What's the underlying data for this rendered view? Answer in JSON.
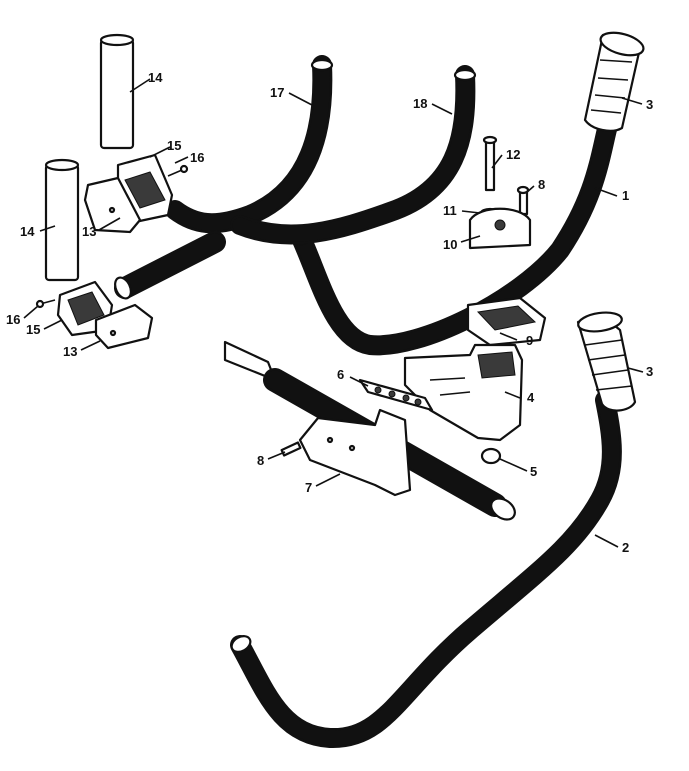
{
  "callouts": [
    {
      "id": "c14a",
      "text": "14"
    },
    {
      "id": "c17",
      "text": "17"
    },
    {
      "id": "c18",
      "text": "18"
    },
    {
      "id": "c3a",
      "text": "3"
    },
    {
      "id": "c15a",
      "text": "15"
    },
    {
      "id": "c16a",
      "text": "16"
    },
    {
      "id": "c12",
      "text": "12"
    },
    {
      "id": "c8a",
      "text": "8"
    },
    {
      "id": "c1",
      "text": "1"
    },
    {
      "id": "c11",
      "text": "11"
    },
    {
      "id": "c13a",
      "text": "13"
    },
    {
      "id": "c14b",
      "text": "14"
    },
    {
      "id": "c10",
      "text": "10"
    },
    {
      "id": "c16b",
      "text": "16"
    },
    {
      "id": "c15b",
      "text": "15"
    },
    {
      "id": "c13b",
      "text": "13"
    },
    {
      "id": "c9",
      "text": "9"
    },
    {
      "id": "c3b",
      "text": "3"
    },
    {
      "id": "c6",
      "text": "6"
    },
    {
      "id": "c4",
      "text": "4"
    },
    {
      "id": "c8b",
      "text": "8"
    },
    {
      "id": "c5",
      "text": "5"
    },
    {
      "id": "c7",
      "text": "7"
    },
    {
      "id": "c2",
      "text": "2"
    }
  ]
}
